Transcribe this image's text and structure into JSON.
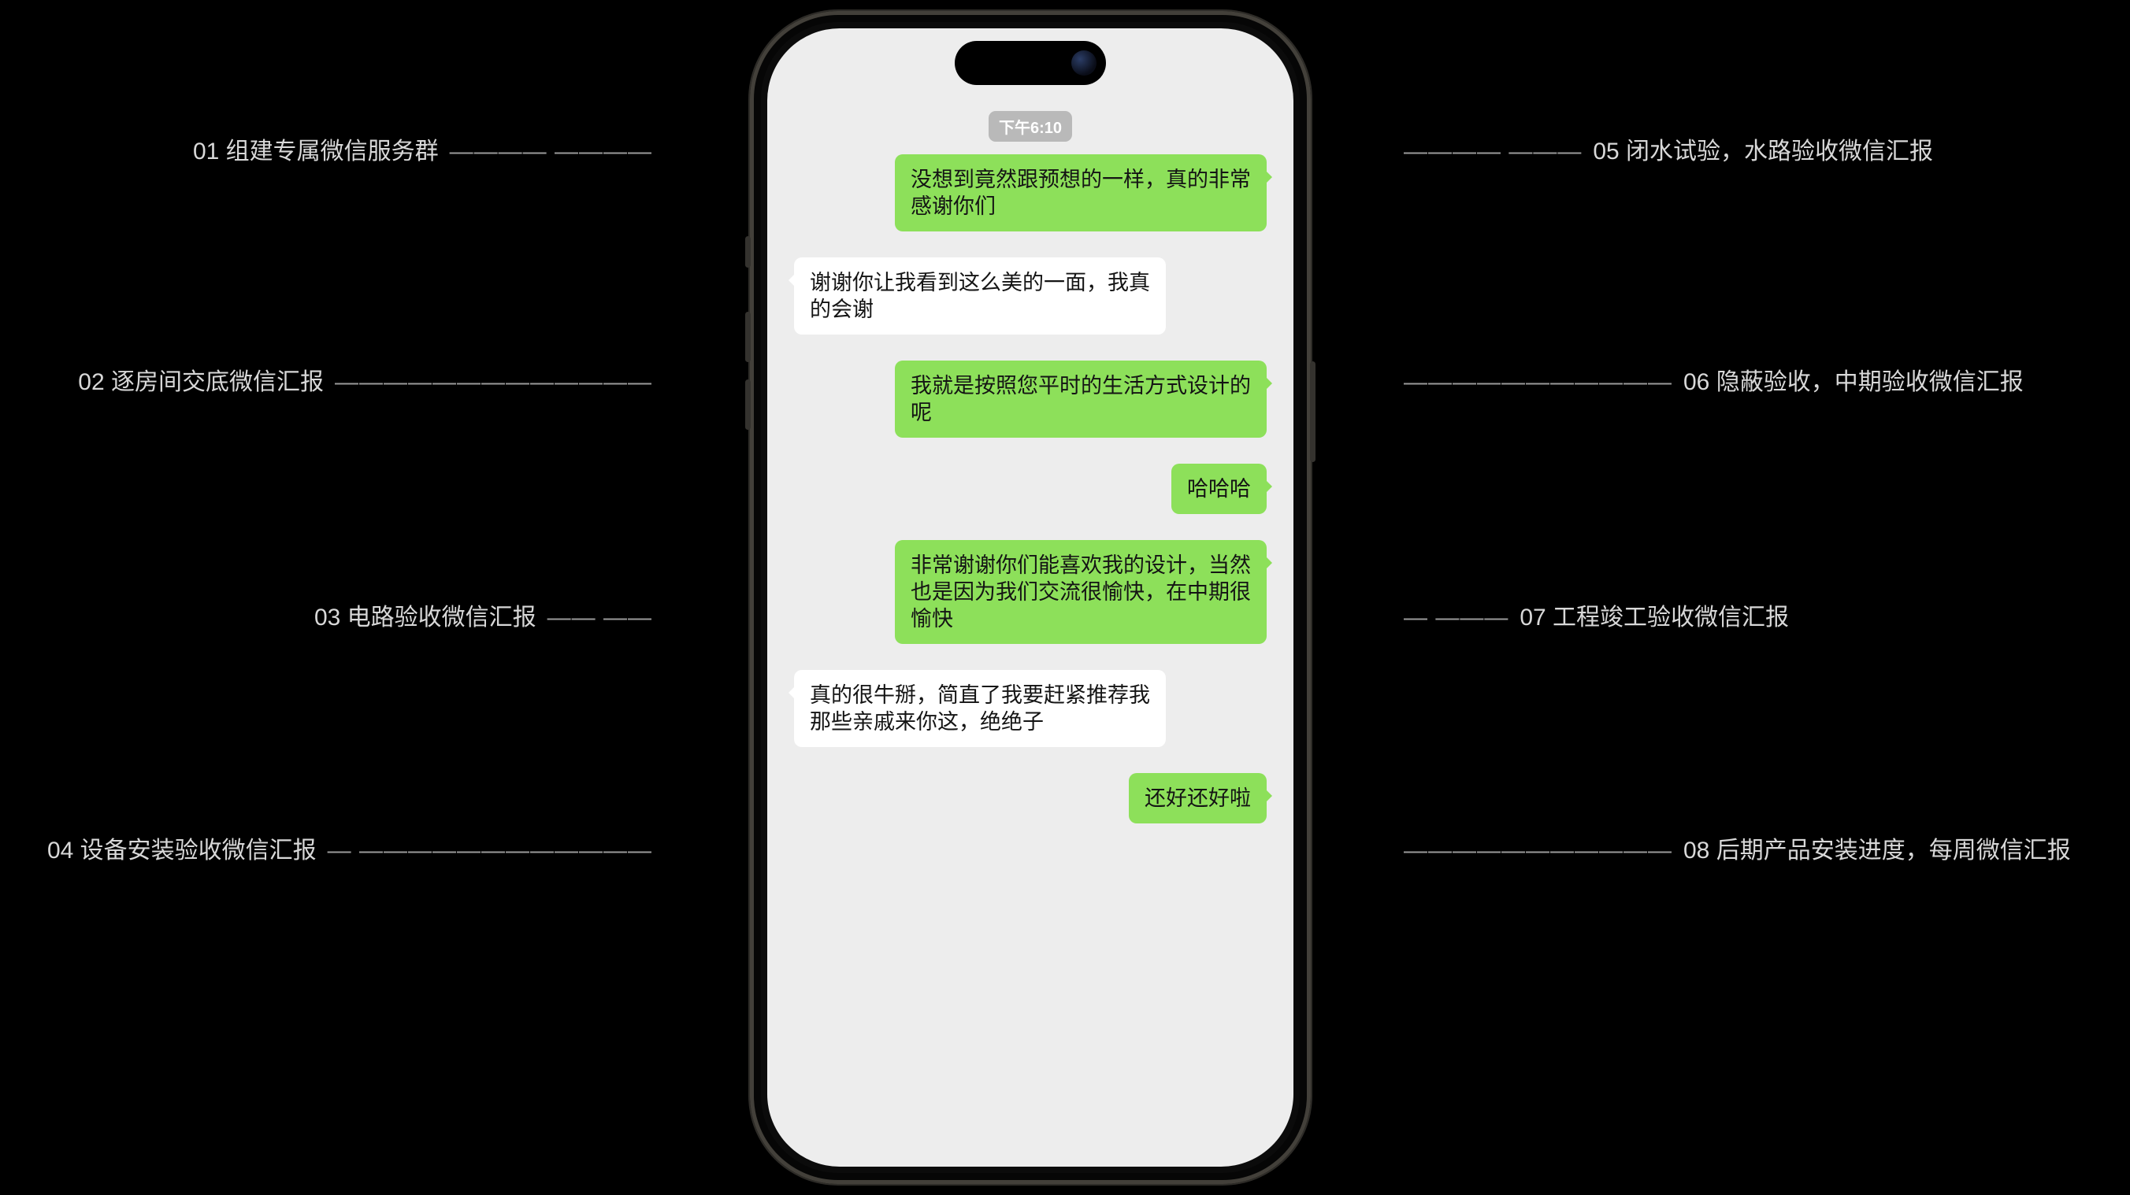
{
  "phone": {
    "status_time": "下午6:10",
    "messages": [
      {
        "side": "right",
        "text": "没想到竟然跟预想的一样，真的非常感谢你们"
      },
      {
        "side": "left",
        "text": "谢谢你让我看到这么美的一面，我真的会谢"
      },
      {
        "side": "right",
        "text": "我就是按照您平时的生活方式设计的呢"
      },
      {
        "side": "right",
        "text": "哈哈哈"
      },
      {
        "side": "right",
        "text": "非常谢谢你们能喜欢我的设计，当然也是因为我们交流很愉快，在中期很愉快"
      },
      {
        "side": "left",
        "text": "真的很牛掰，简直了我要赶紧推荐我那些亲戚来你这，绝绝子"
      },
      {
        "side": "right",
        "text": "还好还好啦"
      }
    ]
  },
  "annotations": {
    "left": [
      {
        "label": "01 组建专属微信服务群",
        "dashes": "———— ————"
      },
      {
        "label": "02 逐房间交底微信汇报",
        "dashes": "—————————————"
      },
      {
        "label": "03 电路验收微信汇报",
        "dashes": "—— ——"
      },
      {
        "label": "04 设备安装验收微信汇报",
        "dashes": "— ————————————"
      }
    ],
    "right": [
      {
        "label": "05 闭水试验，水路验收微信汇报",
        "dashes": "———— ———"
      },
      {
        "label": "06 隐蔽验收，中期验收微信汇报",
        "dashes": "———————————"
      },
      {
        "label": "07 工程竣工验收微信汇报",
        "dashes": "— ———"
      },
      {
        "label": "08 后期产品安装进度，每周微信汇报",
        "dashes": "———————————"
      }
    ]
  },
  "colors": {
    "background": "#000000",
    "label_text": "#d8d8d8",
    "line": "#9a9a9a",
    "screen_bg": "#ededed",
    "bubble_green": "#8de05a",
    "bubble_white": "#ffffff",
    "bubble_text": "#141414",
    "time_pill_bg": "#b9b9b9",
    "time_pill_text": "#ffffff"
  }
}
